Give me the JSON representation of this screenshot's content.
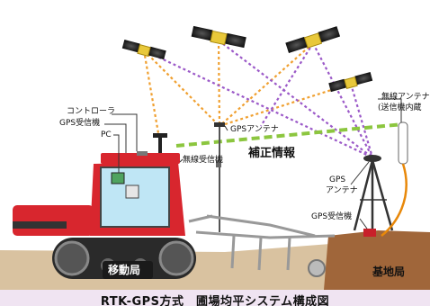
{
  "labels": {
    "controller": "コントローラ",
    "gps_receiver_tractor": "GPS受信機",
    "pc": "PC",
    "gps_antenna_tractor": "GPSアンテナ",
    "radio_receiver": "無線受信機",
    "correction_info": "補正情報",
    "radio_antenna_line1": "無線アンテナ",
    "radio_antenna_line2": "(送信機内蔵",
    "gps_antenna_base_line1": "GPS",
    "gps_antenna_base_line2": "アンテナ",
    "gps_receiver_base": "GPS受信機",
    "mobile_station": "移動局",
    "base_station": "基地局"
  },
  "caption": "RTK-GPS方式　圃場均平システム構成図",
  "colors": {
    "signal_orange": "#f0a030",
    "signal_purple": "#9b59c8",
    "correction_green": "#8cc63f",
    "tractor_red": "#d8262e",
    "track_dark": "#2a2a2a",
    "ground_brown": "#a0663a",
    "caption_bg": "#f0e4f2"
  }
}
